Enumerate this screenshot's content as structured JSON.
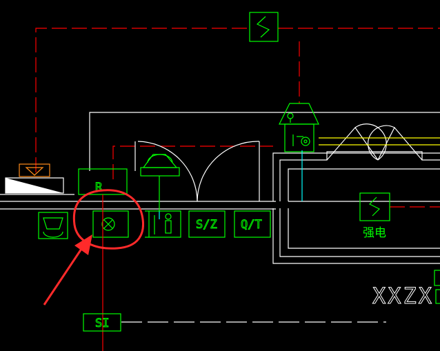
{
  "drawing": {
    "background_color": "#000000",
    "colors": {
      "equipment": "#00ff00",
      "wall": "#ffffff",
      "dashed_line": "#ff0000",
      "trace": "#ffff00",
      "cable": "#00ffff",
      "annotation": "#ff2a2a"
    },
    "symbols": {
      "box_r": "R",
      "box_sz": "S/Z",
      "box_qt": "Q/T",
      "box_si": "SI",
      "box_power": "强电",
      "room_code": "XXZX"
    },
    "icons": {
      "switch_top": "lightning-switch-icon",
      "cross_circle": "cross-circle-lamp-icon",
      "cup": "cup-fixture-icon",
      "pendant_lamp": "pendant-lamp-icon",
      "cabinet_with_connectors": "cabinet-connector-icon",
      "house_panel": "distribution-panel-icon",
      "orange_lamp": "wall-lamp-icon",
      "power_switch": "power-switch-icon"
    },
    "annotation": {
      "highlight_shape": "red-circle",
      "pointer_shape": "red-arrow"
    }
  }
}
